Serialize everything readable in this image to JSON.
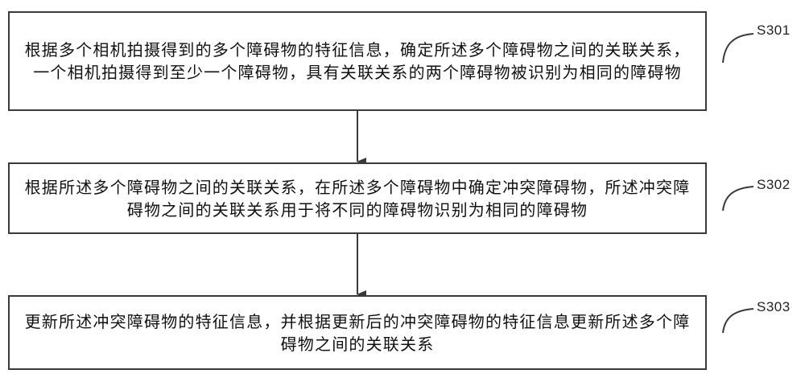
{
  "steps": [
    {
      "label": "S301",
      "text": "根据多个相机拍摄得到的多个障碍物的特征信息，确定所述多个障碍物之间的关联关系，一个相机拍摄得到至少一个障碍物，具有关联关系的两个障碍物被识别为相同的障碍物"
    },
    {
      "label": "S302",
      "text": "根据所述多个障碍物之间的关联关系，在所述多个障碍物中确定冲突障碍物，所述冲突障碍物之间的关联关系用于将不同的障碍物识别为相同的障碍物"
    },
    {
      "label": "S303",
      "text": "更新所述冲突障碍物的特征信息，并根据更新后的冲突障碍物的特征信息更新所述多个障碍物之间的关联关系"
    }
  ]
}
